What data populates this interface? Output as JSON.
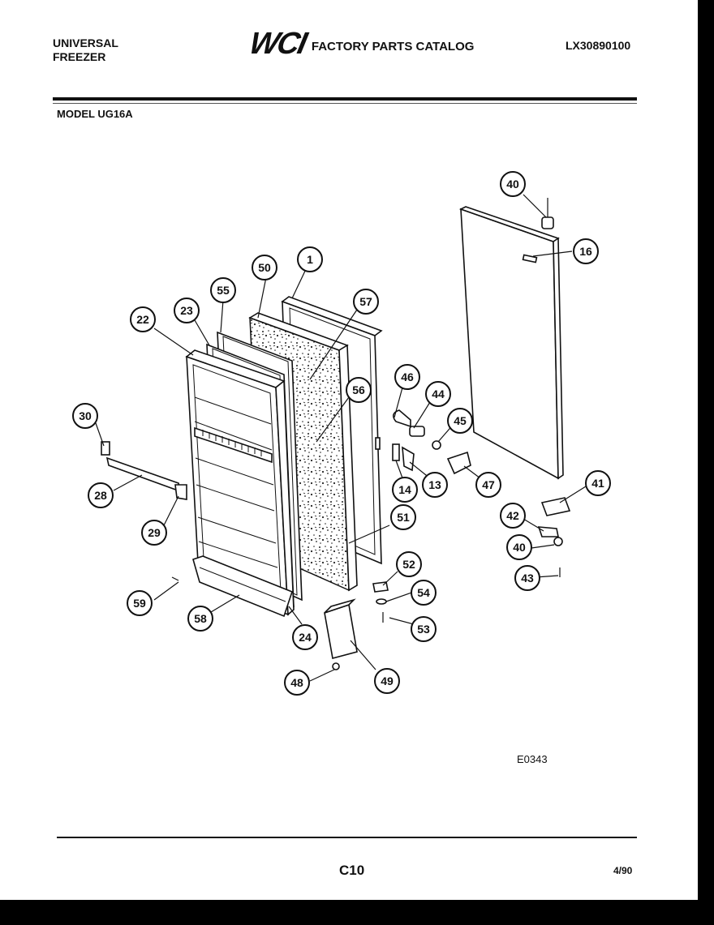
{
  "header": {
    "brand_line1": "UNIVERSAL",
    "brand_line2": "FREEZER",
    "logo": "WCI",
    "catalog_title": "FACTORY PARTS CATALOG",
    "catalog_number": "LX30890100",
    "model": "MODEL UG16A"
  },
  "footer": {
    "page": "C10",
    "date": "4/90"
  },
  "diagram": {
    "reference_code": "E0343",
    "callouts": [
      "40",
      "16",
      "1",
      "50",
      "55",
      "57",
      "23",
      "22",
      "46",
      "44",
      "56",
      "45",
      "30",
      "14",
      "13",
      "47",
      "41",
      "28",
      "29",
      "42",
      "51",
      "40",
      "52",
      "43",
      "54",
      "59",
      "58",
      "53",
      "24",
      "48",
      "49"
    ]
  }
}
